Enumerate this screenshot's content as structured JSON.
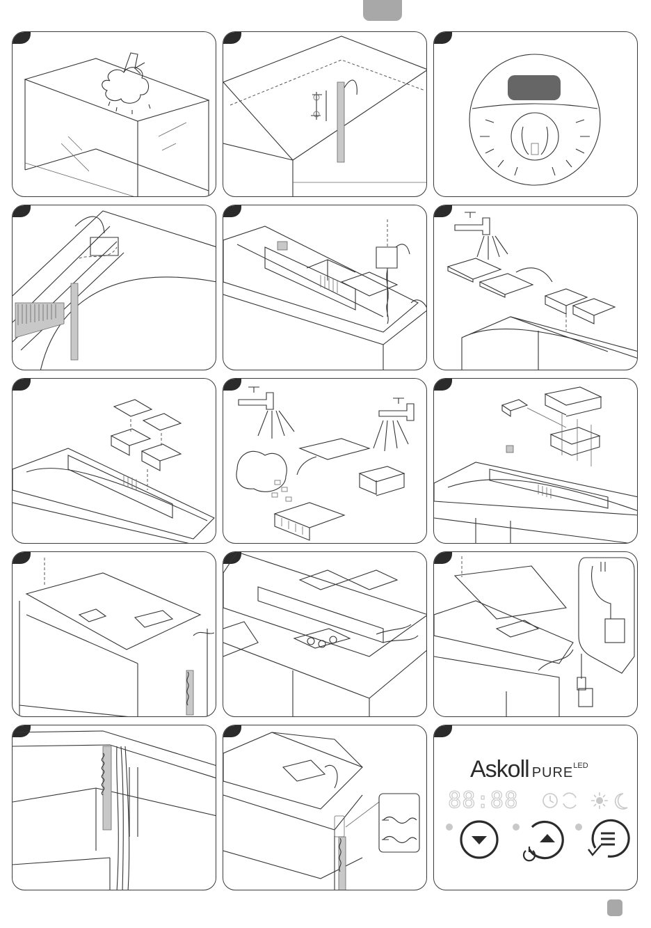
{
  "brand": {
    "name": "Askoll",
    "product": "PURE",
    "product_sup": "LED"
  },
  "display": {
    "digits": "88:88"
  },
  "icons": [
    "clock-icon",
    "refresh-icon",
    "sun-icon",
    "moon-icon",
    "down-arrow-button-icon",
    "power-up-button-icon",
    "menu-check-button-icon"
  ],
  "colors": {
    "line": "#333333",
    "tab": "#a8a8a8",
    "step_tag": "#2b2b2b",
    "display_screen": "#666666",
    "led_indicator": "#c8c8c8"
  }
}
